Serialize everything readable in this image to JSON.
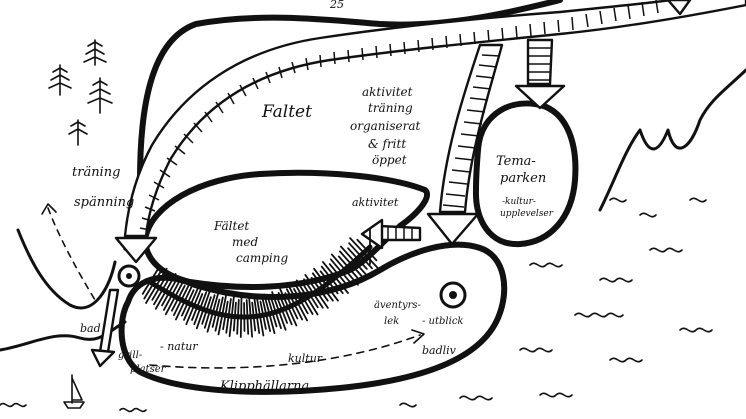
{
  "map": {
    "top_mark": "25",
    "labels": {
      "faltet": "Faltet",
      "aktivitet_top": [
        "aktivitet",
        "träning",
        "organiserat",
        "& fritt",
        "öppet"
      ],
      "tema": [
        "Tema-",
        "parken"
      ],
      "tema_sub": [
        "-kultur-",
        "upplevelser"
      ],
      "traning": "träning",
      "spanning": "spänning",
      "faltet_camping": [
        "Fältet",
        "med",
        "camping"
      ],
      "aktivitet_mid": "aktivitet",
      "aventyr": [
        "äventyrs-",
        "lek"
      ],
      "utblick": "- utblick",
      "badliv": "badliv",
      "bad": "bad",
      "natur": "- natur",
      "grill": [
        "grill-",
        "platser"
      ],
      "kultur": "kultur",
      "klipp": "Klipphällarna"
    }
  }
}
